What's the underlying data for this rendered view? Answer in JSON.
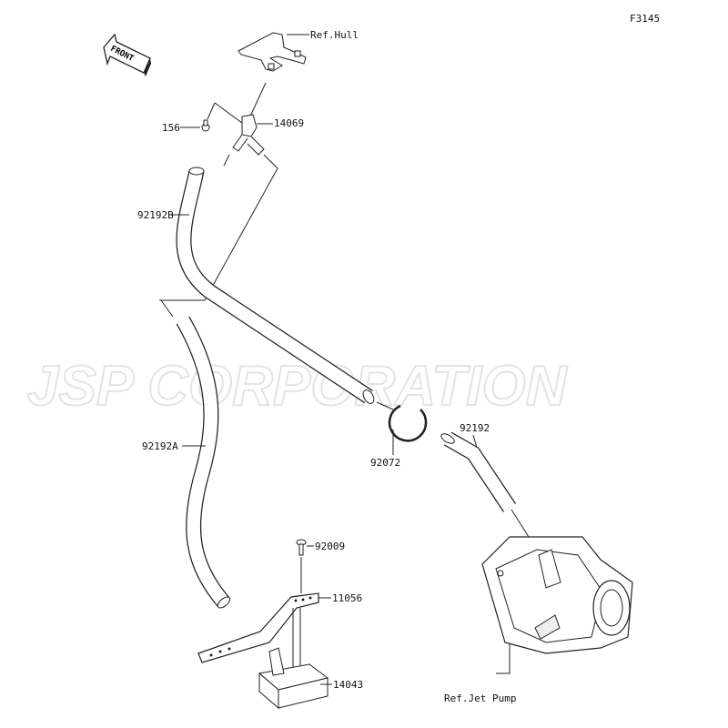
{
  "diagram_code": "F3145",
  "front_arrow": "FRONT",
  "watermark": "JSP CORPORATION",
  "labels": {
    "ref_hull": "Ref.Hull",
    "p156": "156",
    "p14069": "14069",
    "p92192B": "92192B",
    "p92192A": "92192A",
    "p92072": "92072",
    "p92192": "92192",
    "p92009": "92009",
    "p11056": "11056",
    "p14043": "14043",
    "ref_jet_pump": "Ref.Jet Pump"
  }
}
